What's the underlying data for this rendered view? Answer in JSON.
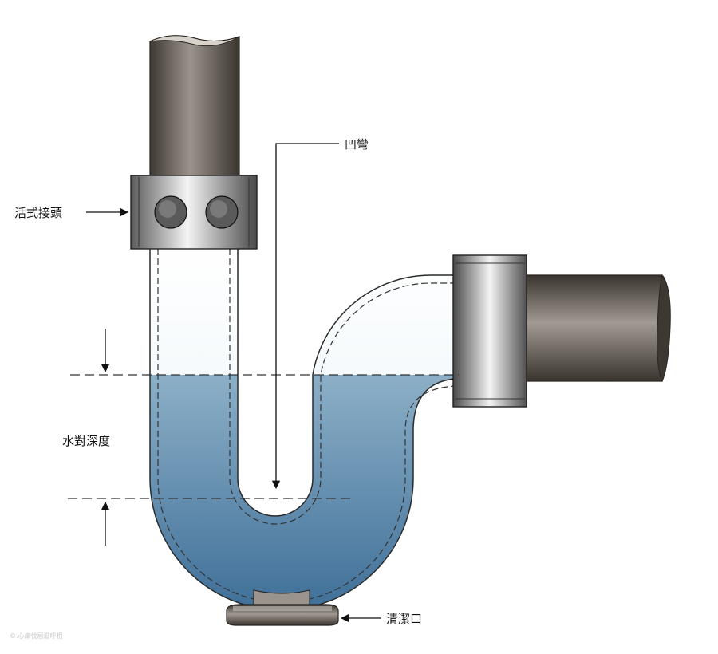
{
  "labels": {
    "trap_bend": "凹彎",
    "union_joint": "活式接頭",
    "water_seal_depth": "水對深度",
    "cleanout": "清潔口",
    "watermark": "©.心扉伐居滋呼相"
  },
  "colors": {
    "pipe_dark": "#3e3833",
    "pipe_light": "#9b948c",
    "metal_dark": "#4a4a4a",
    "metal_light": "#f2f2f2",
    "water_top": "#b6d2e0",
    "water_bottom": "#3f6f98",
    "air": "#eef7fb",
    "outline": "#222222"
  }
}
